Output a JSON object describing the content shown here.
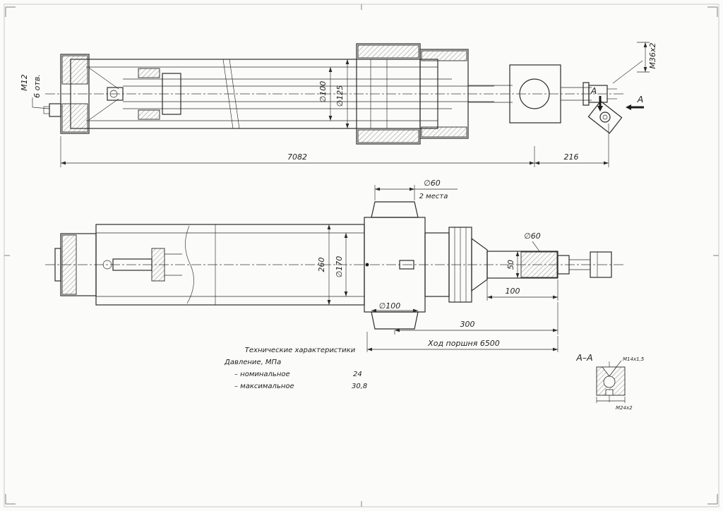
{
  "page": {
    "background": "#fbfbf9",
    "ink": "#2b2b2b"
  },
  "top_view": {
    "thread_left": "М12",
    "holes_note": "6 отв.",
    "bore_dia": "∅100",
    "outer_dia": "∅125",
    "thread_right": "М36х2",
    "section_letter_top": "А",
    "section_letter_right": "А",
    "dim_overall": "7082",
    "dim_tail": "216"
  },
  "front_view": {
    "boss_dia": "∅60",
    "boss_note": "2 места",
    "body_dia": "260",
    "inner_dia": "∅170",
    "rod_width": "50",
    "rod_dia": "∅60",
    "dim_100": "100",
    "lower_boss_dia": "∅100",
    "dim_300": "300",
    "stroke_note": "Ход поршня 6500"
  },
  "specs": {
    "title": "Технические характеристики",
    "row_pressure": "Давление, МПа",
    "row_nominal": "– номинальное",
    "val_nominal": "24",
    "row_max": "– максимальное",
    "val_max": "30,8"
  },
  "section_aa": {
    "title": "А–А",
    "thread_top": "М14х1,5",
    "thread_bottom": "М24х2"
  }
}
